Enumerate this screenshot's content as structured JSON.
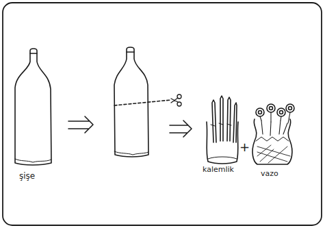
{
  "diagram": {
    "labels": [
      "şişe",
      "kalemlik",
      "+",
      "vazo"
    ]
  }
}
